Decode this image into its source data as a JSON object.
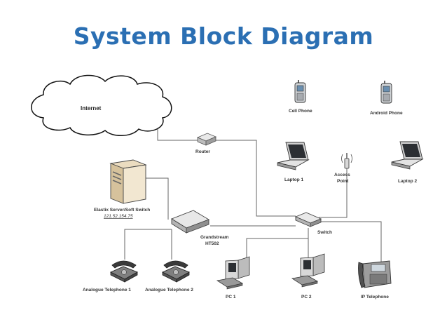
{
  "title": "System Block Diagram",
  "nodes": {
    "internet": "Internet",
    "router": "Router",
    "cell_phone": "Cell Phone",
    "android_phone": "Android Phone",
    "laptop1": "Laptop 1",
    "laptop2": "Laptop 2",
    "access_point_line1": "Access",
    "access_point_line2": "Point",
    "server_line1": "Elastix Server/Soft Switch",
    "server_ip": "121.52.154.75",
    "grandstream_line1": "Grandstream",
    "grandstream_line2": "HT502",
    "switch": "Switch",
    "analogue1": "Analogue Telephone 1",
    "analogue2": "Analogue Telephone 2",
    "pc1": "PC 1",
    "pc2": "PC 2",
    "ip_telephone": "IP Telephone"
  }
}
